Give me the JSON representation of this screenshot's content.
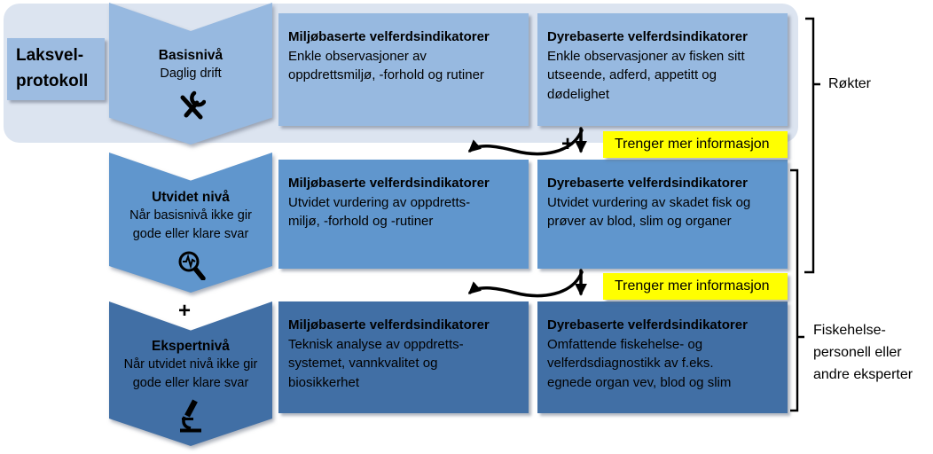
{
  "protocol": {
    "title_lines": [
      "Laksvel-",
      "protokoll"
    ]
  },
  "levels": [
    {
      "name": "Basisnivå",
      "desc": "Daglig drift",
      "icon": "tools-icon"
    },
    {
      "name": "Utvidet nivå",
      "desc": "Når basisnivå ikke gir\ngode eller klare svar",
      "icon": "magnifier-pulse-icon"
    },
    {
      "name": "Ekspertnivå",
      "desc": "Når utvidet nivå ikke gir\ngode eller klare svar",
      "icon": "microscope-icon"
    }
  ],
  "indicator_grid": [
    {
      "env": {
        "title": "Miljøbaserte velferdsindikatorer",
        "body": "Enkle observasjoner av\noppdrettsmiljø, -forhold og rutiner"
      },
      "animal": {
        "title": "Dyrebaserte velferdsindikatorer",
        "body": "Enkle observasjoner av fisken sitt\nutseende, adferd, appetitt og\ndødelighet"
      }
    },
    {
      "env": {
        "title": "Miljøbaserte velferdsindikatorer",
        "body": "Utvidet vurdering av oppdretts-\nmiljø, -forhold og -rutiner"
      },
      "animal": {
        "title": "Dyrebaserte velferdsindikatorer",
        "body": "Utvidet vurdering av skadet fisk og\nprøver av blod, slim og organer"
      }
    },
    {
      "env": {
        "title": "Miljøbaserte velferdsindikatorer",
        "body": "Teknisk analyse av oppdretts-\nsystemet, vannkvalitet og\nbiosikkerhet"
      },
      "animal": {
        "title": "Dyrebaserte velferdsindikatorer",
        "body": "Omfattende fiskehelse- og\nvelferdsdiagnostikk av f.eks.\negnede organ vev, blod og slim"
      }
    }
  ],
  "info_badges": [
    {
      "label": "Trenger mer informasjon"
    },
    {
      "label": "Trenger mer informasjon"
    }
  ],
  "brackets": [
    {
      "label": "Røkter"
    },
    {
      "label": "Fiskehelse-\npersonell eller\nandre eksperter"
    }
  ],
  "symbols": {
    "plus": "+"
  },
  "colors": {
    "band": "#DCE4F0",
    "level1": "#97B9E0",
    "level2": "#6096CD",
    "level3": "#416FA5",
    "title_box": "#9DBCE1",
    "highlight_yellow": "#FFFF00",
    "text": "#000000"
  }
}
